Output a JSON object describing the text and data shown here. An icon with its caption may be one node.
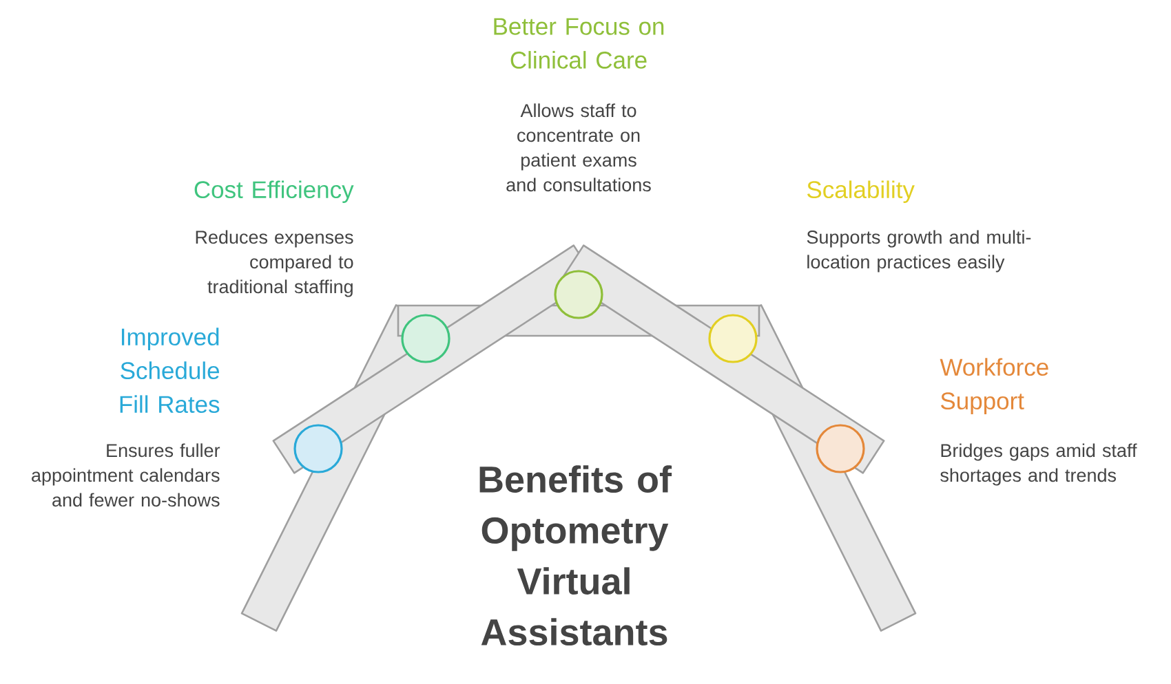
{
  "diagram": {
    "title": "Benefits of Optometry Virtual Assistants",
    "nodes": [
      {
        "text": [],
        "shape": "circle",
        "beside": [
          "Improved Schedule Fill Rates",
          "Ensures fuller appointment calendars and fewer no-shows"
        ]
      },
      {
        "text": [],
        "shape": "circle",
        "beside": [
          "Cost Efficiency",
          "Reduces expenses compared to traditional staffing"
        ]
      },
      {
        "text": [],
        "shape": "circle",
        "beside": [
          "Better Focus on Clinical Care",
          "Allows staff to concentrate on patient exams and consultations"
        ]
      },
      {
        "text": [],
        "shape": "circle",
        "beside": [
          "Scalability",
          "Supports growth and multi-location practices easily"
        ]
      },
      {
        "text": [],
        "shape": "circle",
        "beside": [
          "Workforce Support",
          "Bridges gaps amid staff shortages and trends"
        ]
      }
    ]
  }
}
